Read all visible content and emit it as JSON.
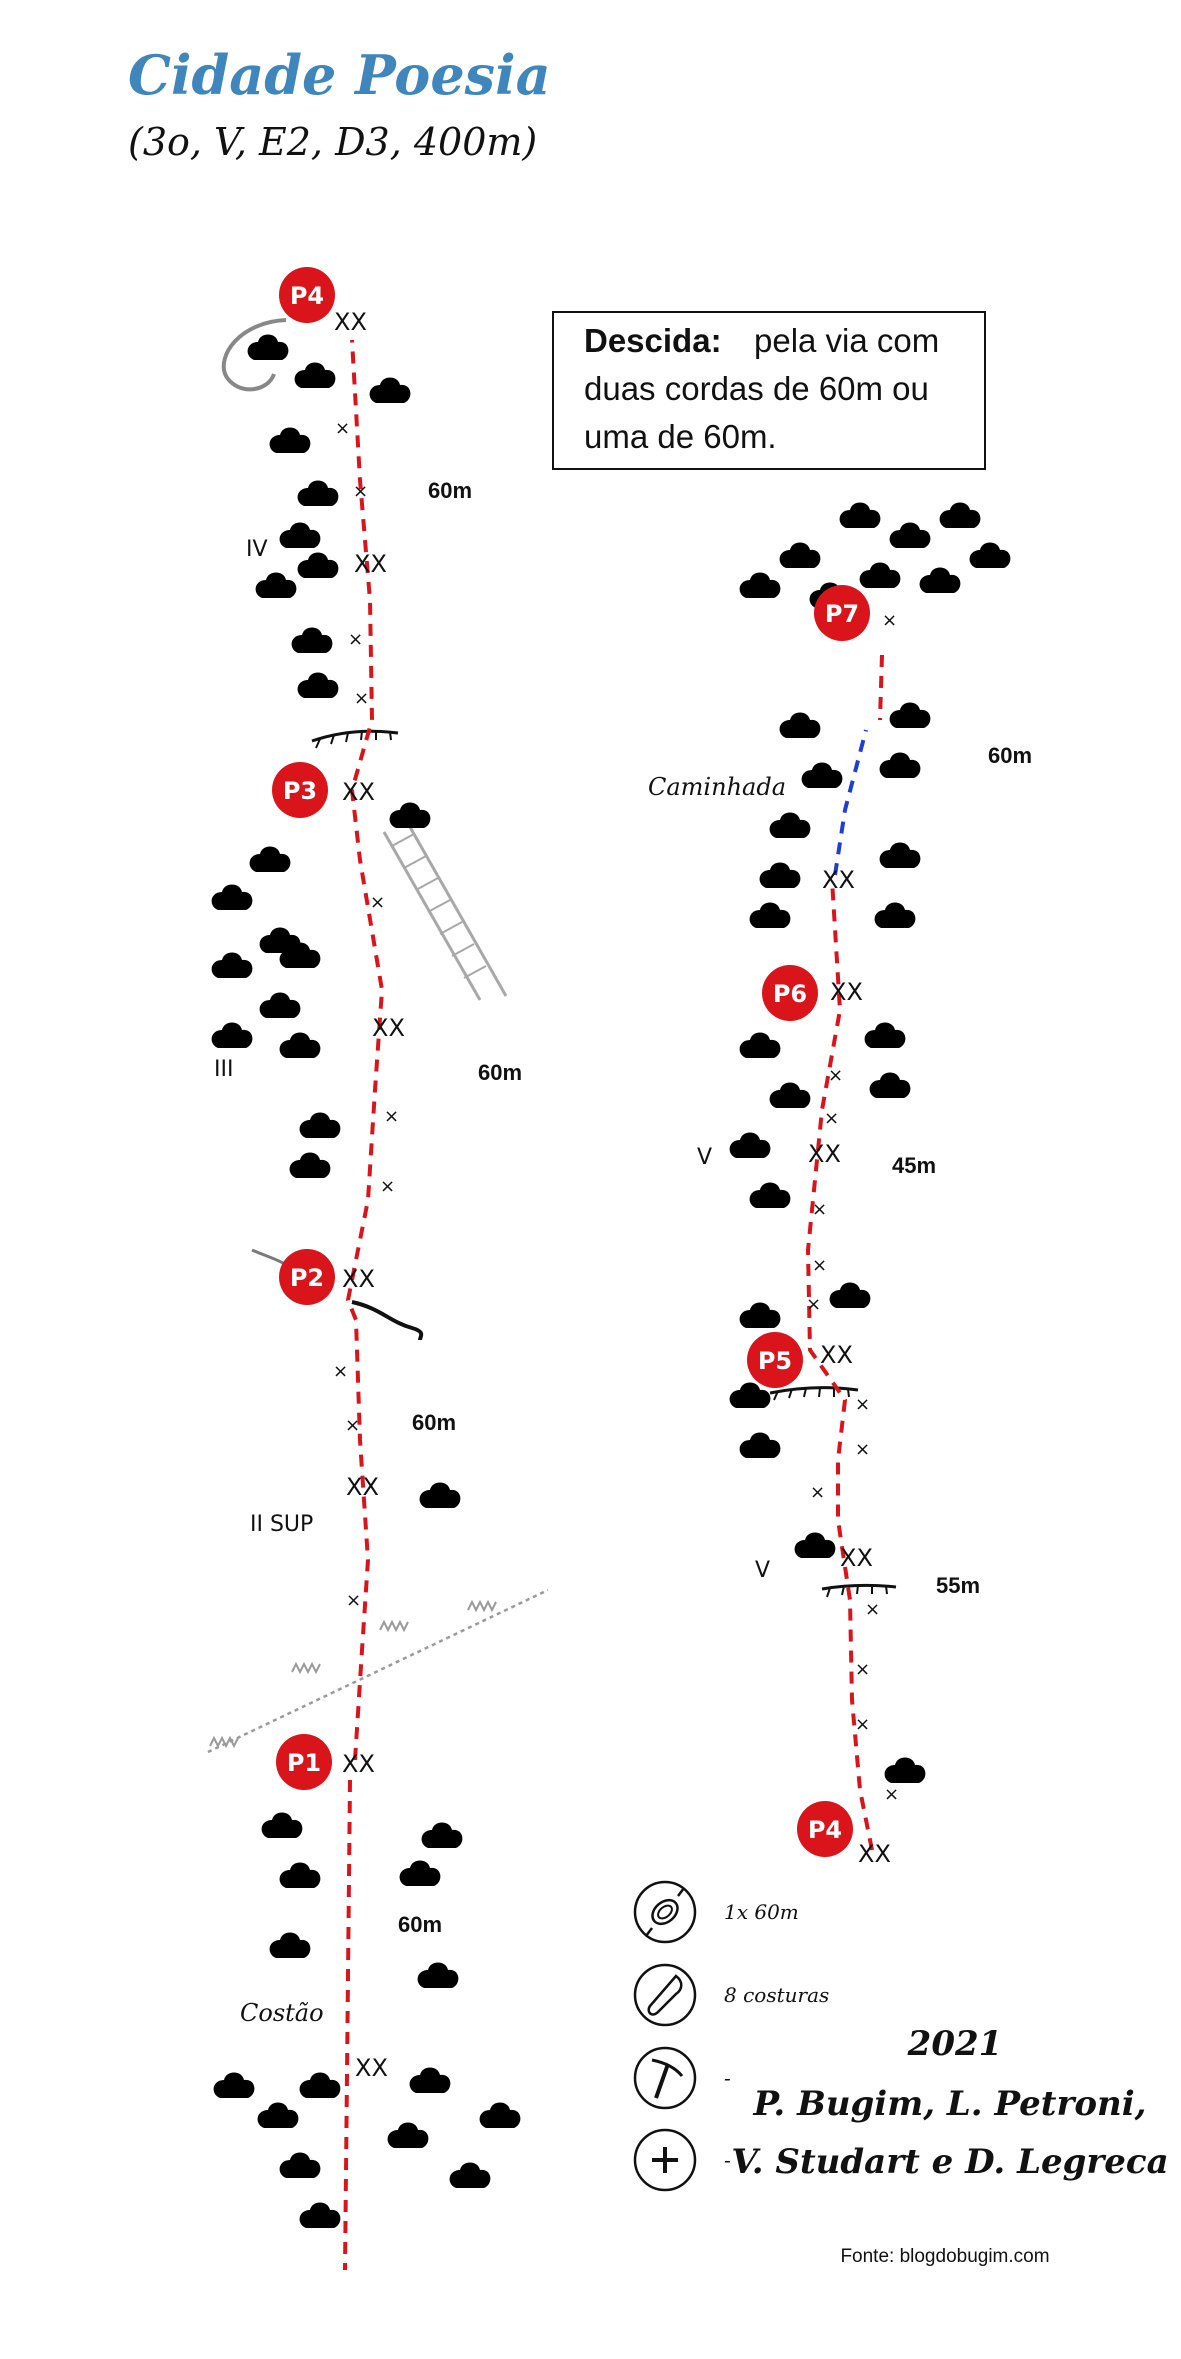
{
  "title": "Cidade Poesia",
  "subtitle": "(3o, V, E2, D3, 400m)",
  "descent": {
    "label": "Descida:",
    "line1": "pela via com",
    "line2": "duas cordas de 60m ou",
    "line3": "uma de 60m."
  },
  "belays": {
    "p1": "P1",
    "p2": "P2",
    "p3": "P3",
    "p4_left": "P4",
    "p4_right": "P4",
    "p5": "P5",
    "p6": "P6",
    "p7": "P7"
  },
  "anchor_mark": "XX",
  "bolt_mark": "×",
  "lengths": {
    "pitch1": "60m",
    "pitch2": "60m",
    "pitch3": "60m",
    "pitch4": "60m",
    "pitch5": "55m",
    "pitch6": "45m",
    "pitch7": "60m"
  },
  "grades": {
    "pitch2": "II SUP",
    "pitch3": "III",
    "pitch4": "IV",
    "pitch5": "V",
    "pitch6": "V"
  },
  "annotations": {
    "costao": "Costão",
    "caminhada": "Caminhada"
  },
  "gear": {
    "rope": "1x 60m",
    "quickdraws": "8 costuras",
    "pitons": "-",
    "extra": "-"
  },
  "credits": {
    "year": "2021",
    "line1": "P. Bugim,  L. Petroni,",
    "line2": "V. Studart e  D. Legreca"
  },
  "source": "Fonte: blogdobugim.com",
  "colors": {
    "title": "#3f86bd",
    "route": "#d9141b",
    "walk": "#1f3fd0",
    "vegetation": "#1d6b35",
    "belay": "#d9141b"
  },
  "icons": [
    "rope-icon",
    "quickdraw-icon",
    "ice-axe-icon",
    "plus-icon"
  ]
}
